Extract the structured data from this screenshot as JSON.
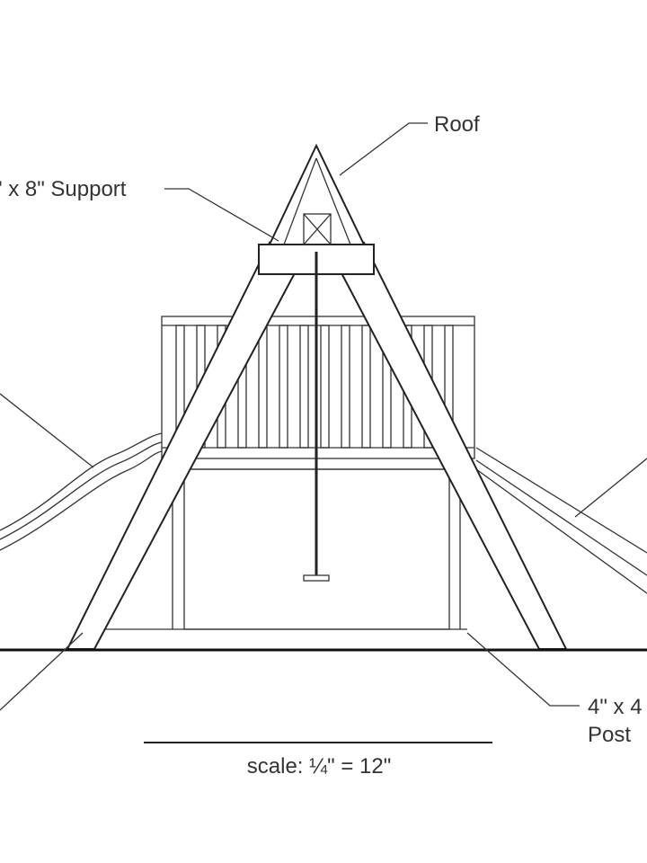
{
  "labels": {
    "roof": "Roof",
    "support": "\" x 8\" Support",
    "post_line1": "4\" x 4",
    "post_line2": "Post",
    "scale": "scale:  ¼\" = 12\""
  },
  "colors": {
    "line": "#222222",
    "text": "#333333",
    "background": "#ffffff"
  }
}
